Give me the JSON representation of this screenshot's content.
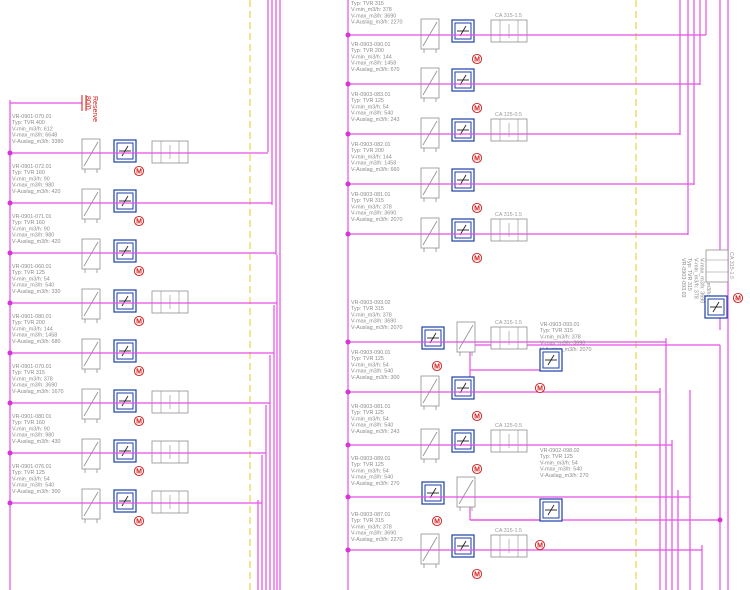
{
  "colors": {
    "bus": "#e64fe6",
    "bus_dot": "#d832d8",
    "damper_frame": "#1b3fa6",
    "box_gray": "#8e8e8e",
    "motor": "#d21b1b",
    "divider": "#e3cd22",
    "label": "#8a8a8a"
  },
  "reserve": {
    "line1": "Reserve",
    "line2": "80/0"
  },
  "motor_label": "M",
  "left_units": [
    {
      "lines": [
        "VR-0901-070.01",
        "Typ: TVR 400",
        "V-min_m3/h: 612",
        "V-max_m3/h: 6648",
        "V-Auslag_m3/h: 3380"
      ],
      "silencer": "",
      "has_silencer": true
    },
    {
      "lines": [
        "VR-0901-072.01",
        "Typ: TVR 160",
        "V-min_m3/h: 90",
        "V-max_m3/h: 980",
        "V-Auslag_m3/h: 420"
      ],
      "silencer": "",
      "has_silencer": false
    },
    {
      "lines": [
        "VR-0901-071.01",
        "Typ: TVR 160",
        "V-min_m3/h: 90",
        "V-max_m3/h: 980",
        "V-Auslag_m3/h: 420"
      ],
      "silencer": "",
      "has_silencer": false
    },
    {
      "lines": [
        "VR-0901-060.01",
        "Typ: TVR 125",
        "V-min_m3/h: 54",
        "V-max_m3/h: 540",
        "V-Auslag_m3/h: 330"
      ],
      "silencer": "",
      "has_silencer": true
    },
    {
      "lines": [
        "VR-0901-080.01",
        "Typ: TVR 200",
        "V-min_m3/h: 144",
        "V-max_m3/h: 1458",
        "V-Auslag_m3/h: 680"
      ],
      "silencer": "",
      "has_silencer": false
    },
    {
      "lines": [
        "VR-0901-070.01",
        "Typ: TVR 315",
        "V-min_m3/h: 378",
        "V-max_m3/h: 3690",
        "V-Auslag_m3/h: 1670"
      ],
      "silencer": "",
      "has_silencer": true
    },
    {
      "lines": [
        "VR-0901-080.01",
        "Typ: TVR 160",
        "V-min_m3/h: 90",
        "V-max_m3/h: 980",
        "V-Auslag_m3/h: 430"
      ],
      "silencer": "",
      "has_silencer": true
    },
    {
      "lines": [
        "VR-0901-076.01",
        "Typ: TVR 125",
        "V-min_m3/h: 54",
        "V-max_m3/h: 540",
        "V-Auslag_m3/h: 300"
      ],
      "silencer": "",
      "has_silencer": true
    }
  ],
  "mid_units": [
    {
      "lines": [
        "Typ: TVR 315",
        "V-min_m3/h: 378",
        "V-max_m3/h: 3690",
        "V-Auslag_m3/h: 2270"
      ],
      "silencer": "CA 315-1.5",
      "has_silencer": true
    },
    {
      "lines": [
        "VR-0903-090.01",
        "Typ: TVR 200",
        "V-min_m3/h: 144",
        "V-max_m3/h: 1458",
        "V-Auslag_m3/h: 670"
      ],
      "silencer": "",
      "has_silencer": false
    },
    {
      "lines": [
        "VR-0903-083.01",
        "Typ: TVR 125",
        "V-min_m3/h: 54",
        "V-max_m3/h: 540",
        "V-Auslag_m3/h: 243"
      ],
      "silencer": "CA 125-0.5",
      "has_silencer": true
    },
    {
      "lines": [
        "VR-0903-082.01",
        "Typ: TVR 200",
        "V-min_m3/h: 144",
        "V-max_m3/h: 1458",
        "V-Auslag_m3/h: 660"
      ],
      "silencer": "",
      "has_silencer": false
    },
    {
      "lines": [
        "VR-0903-081.01",
        "Typ: TVR 315",
        "V-min_m3/h: 378",
        "V-max_m3/h: 3690",
        "V-Auslag_m3/h: 2070"
      ],
      "silencer": "CA 315-1.5",
      "has_silencer": true
    },
    {
      "lines": [
        "VR-0903-093.02",
        "Typ: TVR 315",
        "V-min_m3/h: 378",
        "V-max_m3/h: 3690",
        "V-Auslag_m3/h: 2070"
      ],
      "silencer": "CA 315-1.5",
      "has_silencer": true
    },
    {
      "lines": [
        "VR-0903-090.01",
        "Typ: TVR 125",
        "V-min_m3/h: 54",
        "V-max_m3/h: 540",
        "V-Auslag_m3/h: 300"
      ],
      "silencer": "",
      "has_silencer": false
    },
    {
      "lines": [
        "VR-0903-081.01",
        "Typ: TVR 125",
        "V-min_m3/h: 54",
        "V-max_m3/h: 540",
        "V-Auslag_m3/h: 243"
      ],
      "silencer": "CA 125-0.5",
      "has_silencer": true
    },
    {
      "lines": [
        "VR-0903-089.01",
        "Typ: TVR 125",
        "V-min_m3/h: 54",
        "V-max_m3/h: 540",
        "V-Auslag_m3/h: 270"
      ],
      "silencer": "",
      "has_silencer": false
    },
    {
      "lines": [
        "VR-0903-087.01",
        "Typ: TVR 315",
        "V-min_m3/h: 378",
        "V-max_m3/h: 3690",
        "V-Auslag_m3/h: 2270"
      ],
      "silencer": "CA 315-1.5",
      "has_silencer": true
    }
  ],
  "right_units": [
    {
      "lines": [
        "VR-0903-093.01",
        "Typ: TVR 315",
        "V-min_m3/h: 378",
        "V-max_m3/h: 3690",
        "V-Auslag_m3/h: 2070"
      ]
    },
    {
      "lines": [
        "VR-0902-098.02",
        "Typ: TVR 125",
        "V-min_m3/h: 54",
        "V-max_m3/h: 540",
        "V-Auslag_m3/h: 270"
      ]
    }
  ],
  "rotated_unit": {
    "lines": [
      "VR-0903-093.03",
      "Typ: TVR 315",
      "V-min_m3/h: 378",
      "V-max_m3/h: 3690",
      "V-Auslag_m3/h: 1380"
    ],
    "silencer": "CA 315-1.5"
  }
}
